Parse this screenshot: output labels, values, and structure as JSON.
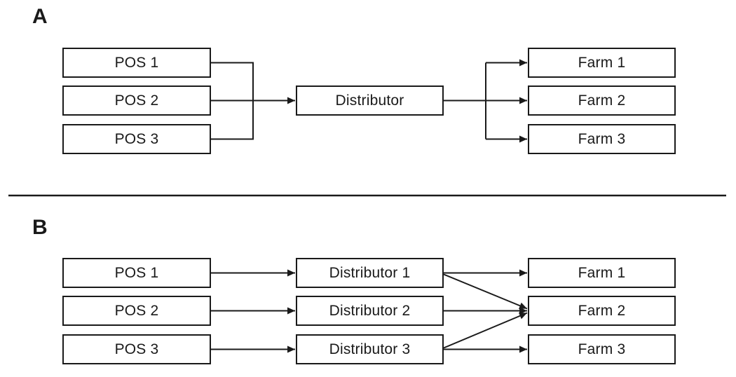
{
  "colors": {
    "ink": "#1a1a1a",
    "background": "#ffffff"
  },
  "panels": {
    "a": {
      "label": "A",
      "pos": [
        "POS 1",
        "POS 2",
        "POS 3"
      ],
      "distributors": [
        "Distributor"
      ],
      "farms": [
        "Farm 1",
        "Farm 2",
        "Farm 3"
      ],
      "edges": [
        {
          "from": "POS 1",
          "to": "Distributor"
        },
        {
          "from": "POS 2",
          "to": "Distributor"
        },
        {
          "from": "POS 3",
          "to": "Distributor"
        },
        {
          "from": "Distributor",
          "to": "Farm 1"
        },
        {
          "from": "Distributor",
          "to": "Farm 2"
        },
        {
          "from": "Distributor",
          "to": "Farm 3"
        }
      ]
    },
    "b": {
      "label": "B",
      "pos": [
        "POS 1",
        "POS 2",
        "POS 3"
      ],
      "distributors": [
        "Distributor 1",
        "Distributor 2",
        "Distributor 3"
      ],
      "farms": [
        "Farm 1",
        "Farm 2",
        "Farm 3"
      ],
      "edges": [
        {
          "from": "POS 1",
          "to": "Distributor 1"
        },
        {
          "from": "POS 2",
          "to": "Distributor 2"
        },
        {
          "from": "POS 3",
          "to": "Distributor 3"
        },
        {
          "from": "Distributor 1",
          "to": "Farm 1"
        },
        {
          "from": "Distributor 1",
          "to": "Farm 2"
        },
        {
          "from": "Distributor 2",
          "to": "Farm 2"
        },
        {
          "from": "Distributor 3",
          "to": "Farm 2"
        },
        {
          "from": "Distributor 3",
          "to": "Farm 3"
        }
      ]
    }
  }
}
